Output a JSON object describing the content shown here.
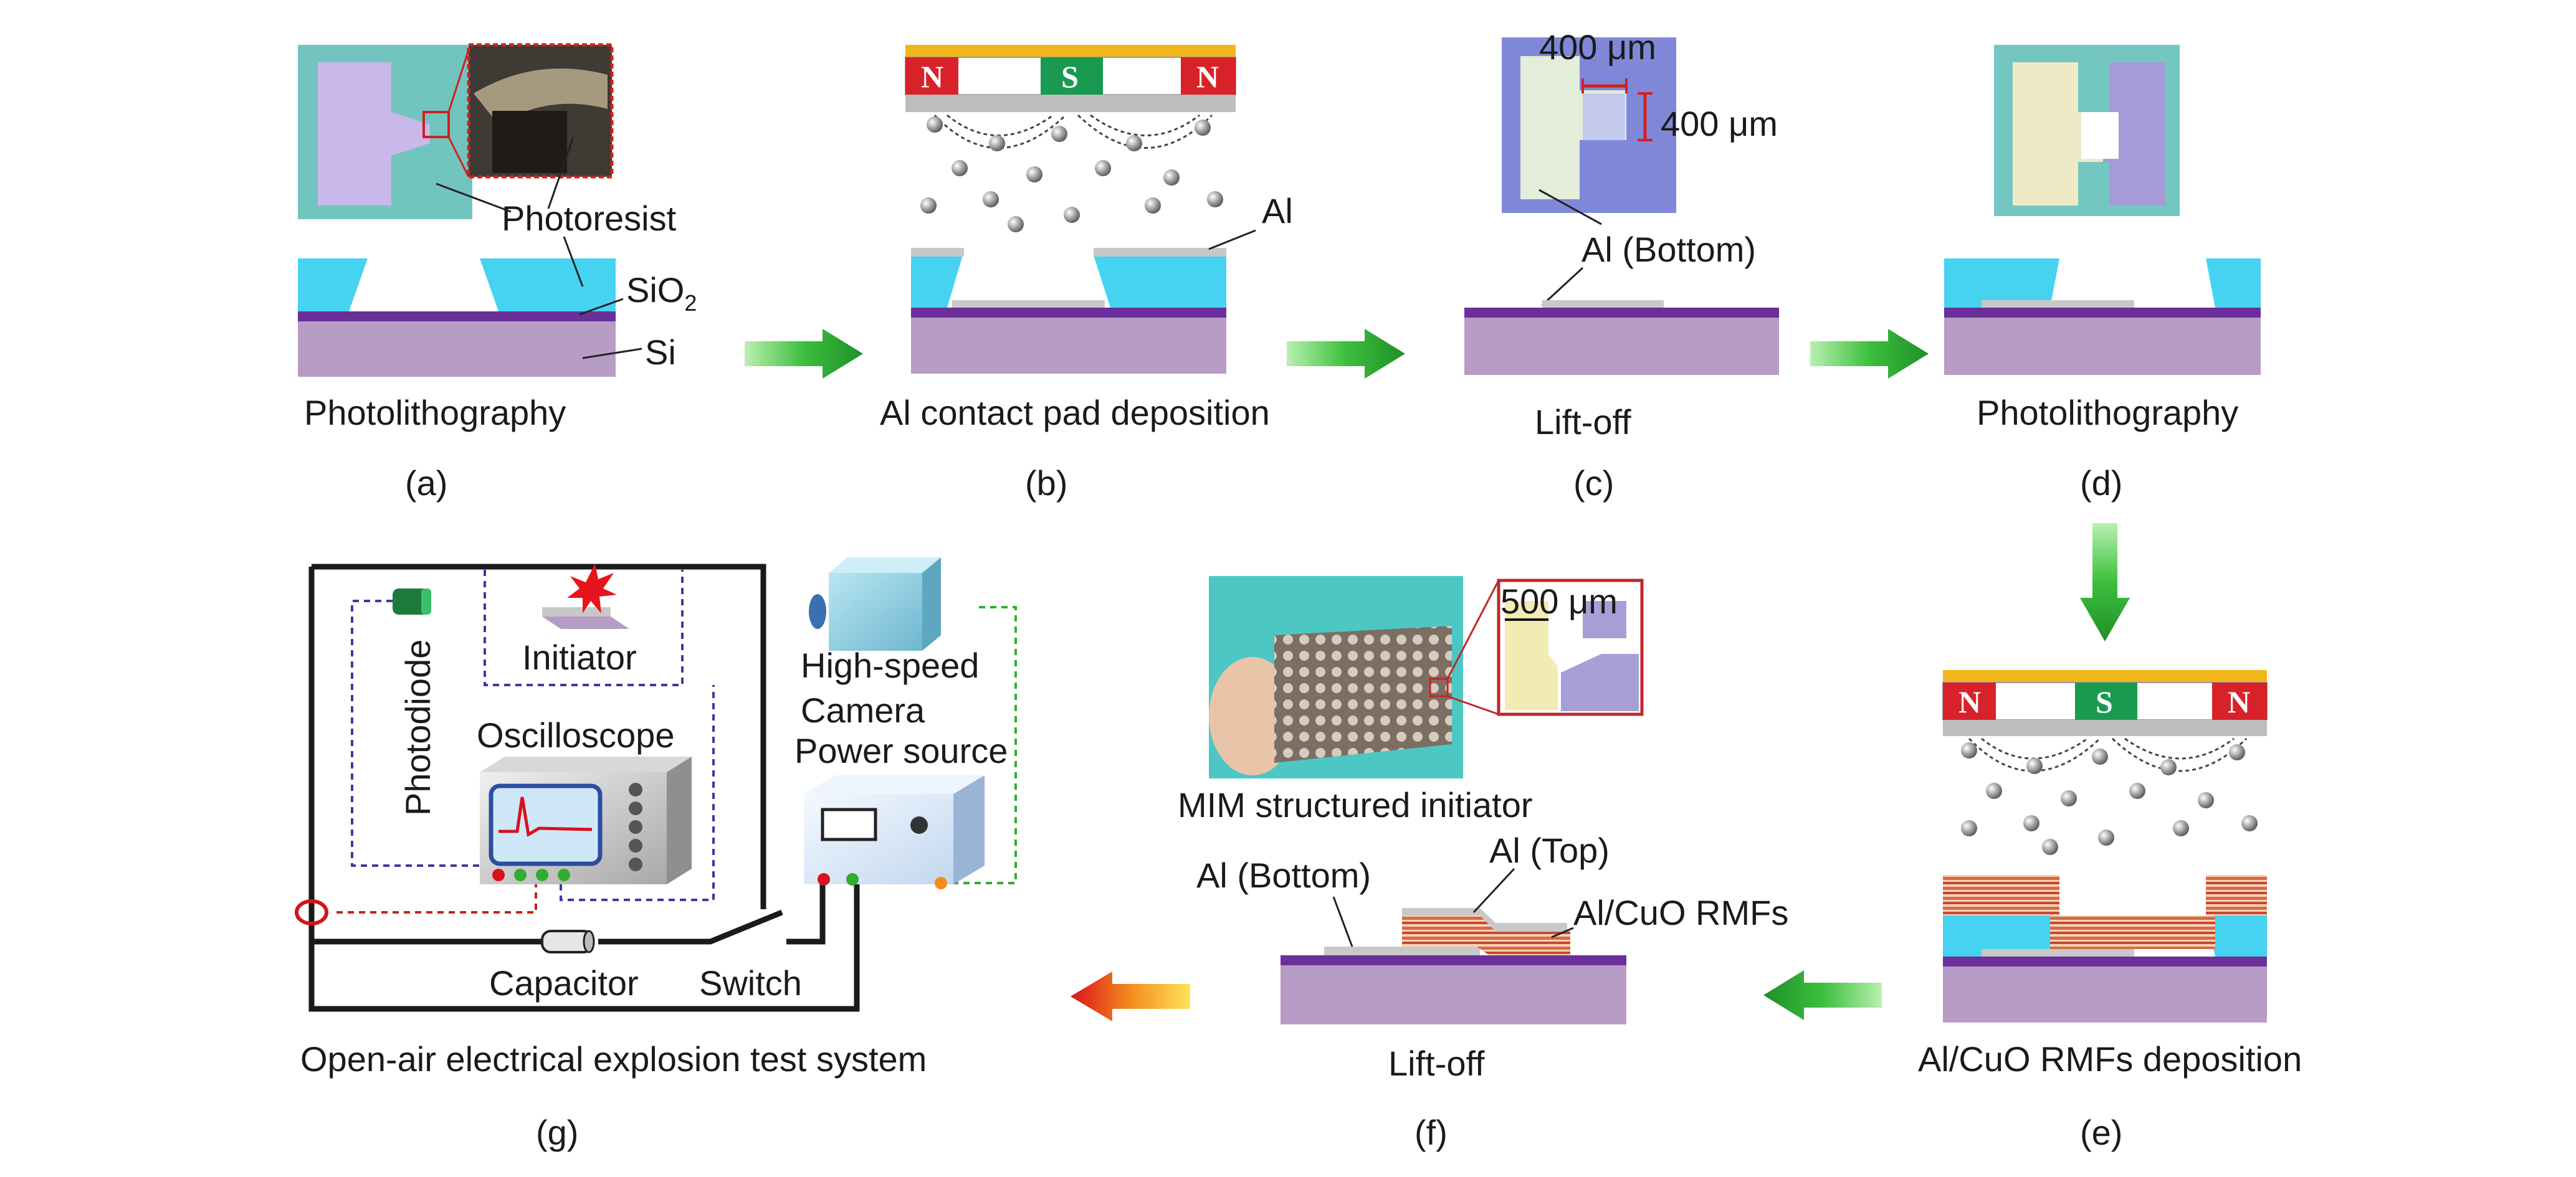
{
  "panels": {
    "a": {
      "letter": "(a)",
      "caption": "Photolithography",
      "label_photoresist": "Photoresist",
      "label_sio2": "SiO",
      "label_sio2_sub": "2",
      "label_si": "Si"
    },
    "b": {
      "letter": "(b)",
      "caption": "Al contact pad deposition",
      "label_al": "Al",
      "magnet_n": "N",
      "magnet_s": "S"
    },
    "c": {
      "letter": "(c)",
      "caption": "Lift-off",
      "scale_h": "400 μm",
      "scale_v": "400 μm",
      "label_al_bottom": "Al (Bottom)"
    },
    "d": {
      "letter": "(d)",
      "caption": "Photolithography"
    },
    "e": {
      "letter": "(e)",
      "caption": "Al/CuO RMFs deposition",
      "magnet_n": "N",
      "magnet_s": "S"
    },
    "f": {
      "letter": "(f)",
      "caption": "Lift-off",
      "photo_caption": "MIM structured initiator",
      "scale": "500 μm",
      "label_al_bottom": "Al (Bottom)",
      "label_al_top": "Al (Top)",
      "label_rmfs": "Al/CuO RMFs"
    },
    "g": {
      "letter": "(g)",
      "caption": "Open-air electrical explosion test system",
      "photodiode": "Photodiode",
      "initiator": "Initiator",
      "oscilloscope": "Oscilloscope",
      "camera_1": "High-speed",
      "camera_2": "Camera",
      "power_source": "Power source",
      "capacitor": "Capacitor",
      "switch": "Switch"
    }
  },
  "colors": {
    "substrate": "#b79cc6",
    "oxide": "#6a2f9a",
    "photoresist": "#46d3f2",
    "aluminum": "#c8c8c8",
    "magnet_red": "#d8222a",
    "magnet_green": "#1a9a50",
    "gold": "#f1b61c",
    "arrow_green": "#2fae2f",
    "arrow_fire": "#e8341c"
  },
  "icons": [
    "process-arrow-icon",
    "magnet-icon",
    "laser-spark-icon",
    "lens-icon"
  ]
}
